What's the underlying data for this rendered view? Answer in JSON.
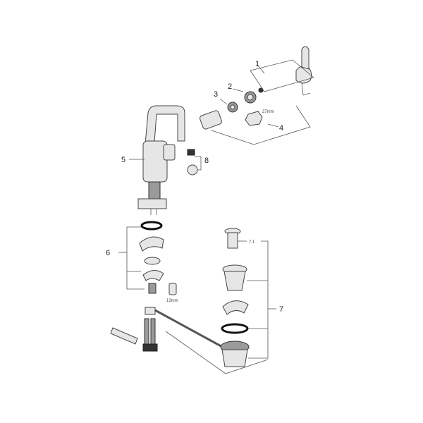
{
  "labels": {
    "l1": "1",
    "l2": "2",
    "l3": "3",
    "l4": "4",
    "l5": "5",
    "l6": "6",
    "l7": "7",
    "l71": "7.1",
    "l8": "8"
  },
  "dimensions": {
    "nut": "27mm",
    "sleeve": "13mm"
  }
}
